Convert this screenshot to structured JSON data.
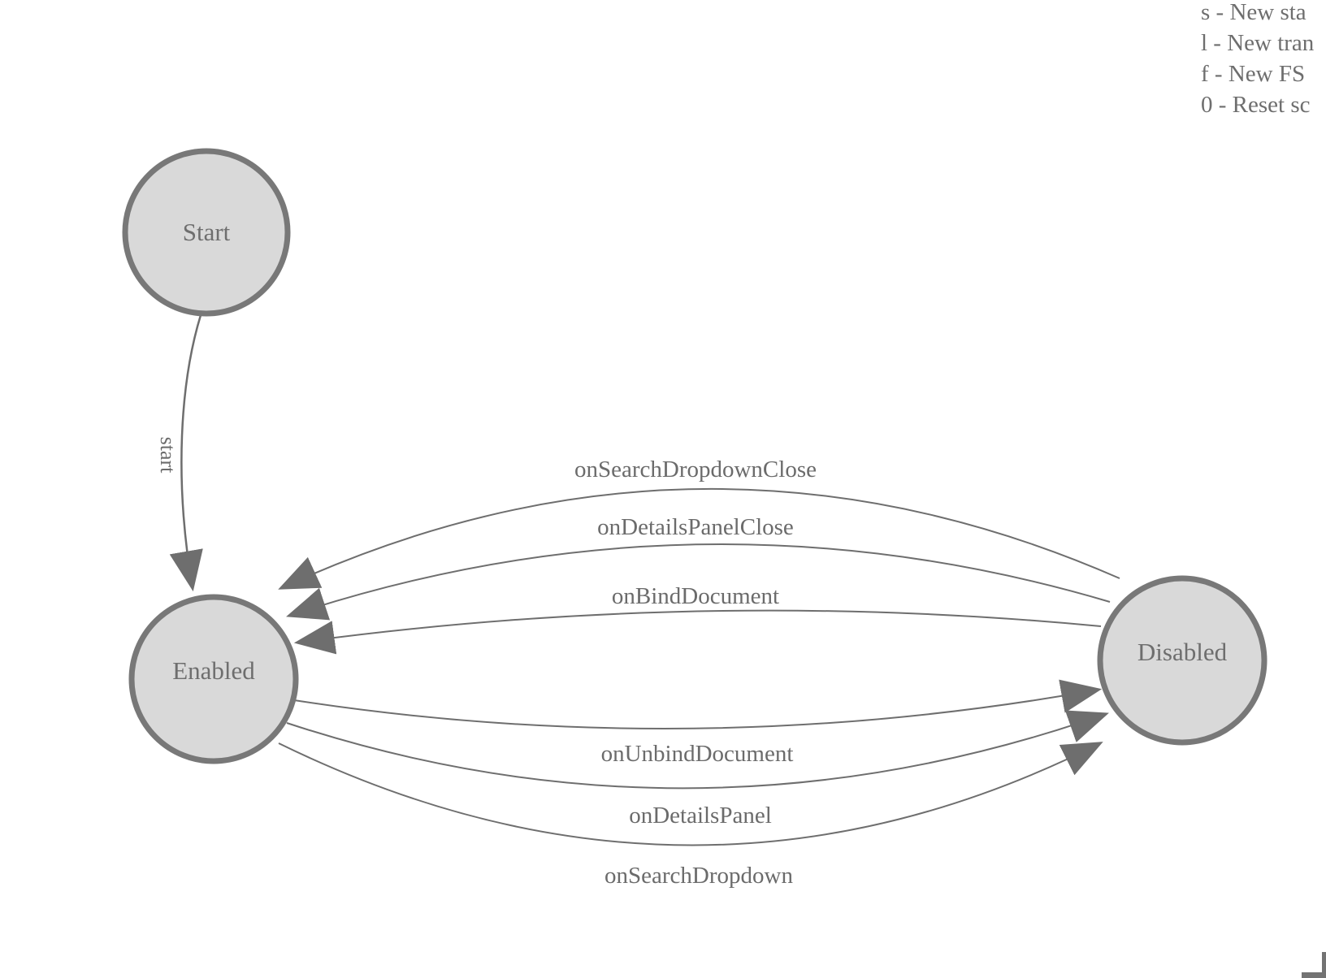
{
  "diagram": {
    "states": [
      {
        "id": "start",
        "label": "Start"
      },
      {
        "id": "enabled",
        "label": "Enabled"
      },
      {
        "id": "disabled",
        "label": "Disabled"
      }
    ],
    "transitions": [
      {
        "label": "start",
        "from": "Start",
        "to": "Enabled"
      },
      {
        "label": "onSearchDropdownClose",
        "from": "Disabled",
        "to": "Enabled"
      },
      {
        "label": "onDetailsPanelClose",
        "from": "Disabled",
        "to": "Enabled"
      },
      {
        "label": "onBindDocument",
        "from": "Disabled",
        "to": "Enabled"
      },
      {
        "label": "onUnbindDocument",
        "from": "Enabled",
        "to": "Disabled"
      },
      {
        "label": "onDetailsPanel",
        "from": "Enabled",
        "to": "Disabled"
      },
      {
        "label": "onSearchDropdown",
        "from": "Enabled",
        "to": "Disabled"
      }
    ]
  },
  "legend": {
    "lines": [
      "s - New sta",
      "l - New tran",
      "f - New FS",
      "0 - Reset sc"
    ]
  },
  "colors": {
    "state_fill": "#d9d9d9",
    "state_stroke": "#787878",
    "edge_stroke": "#6e6e6e",
    "arrowhead": "#6e6e6e",
    "text": "#6b6b6b",
    "background": "#ffffff"
  }
}
